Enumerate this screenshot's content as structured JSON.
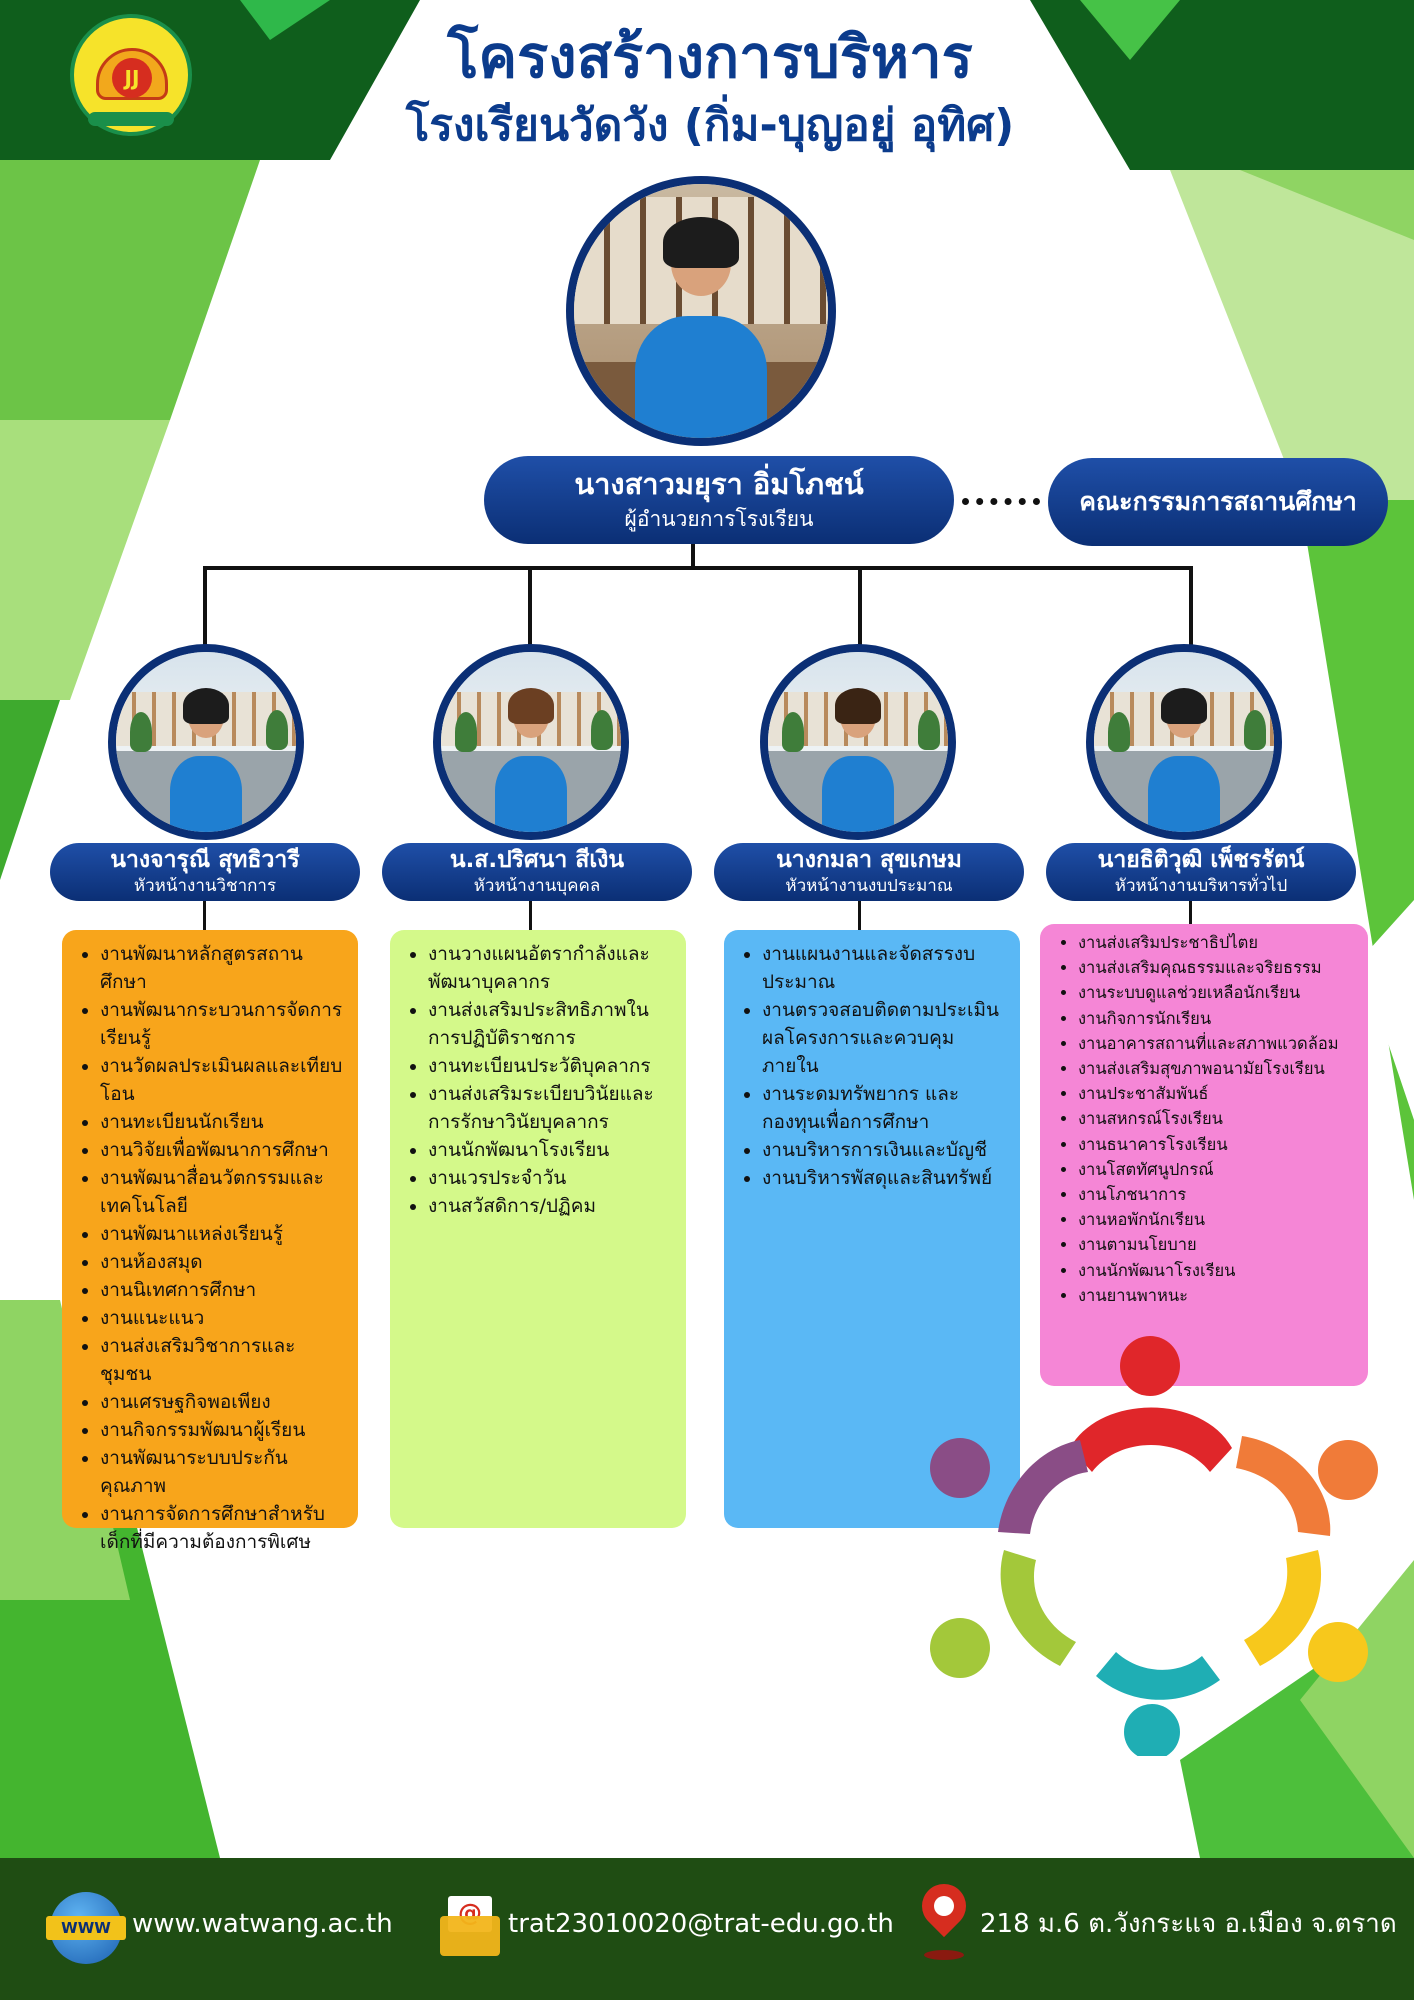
{
  "header": {
    "title_line1": "โครงสร้างการบริหาร",
    "title_line2": "โรงเรียนวัดวัง (กิ่ม-บุญอยู่ อุทิศ)",
    "logo_text": "JJ"
  },
  "director": {
    "name": "นางสาวมยุรา อิ่มโภชน์",
    "role": "ผู้อำนวยการโรงเรียน"
  },
  "board": {
    "label": "คณะกรรมการสถานศึกษา"
  },
  "departments": [
    {
      "name": "นางจารุณี สุทธิวารี",
      "role": "หัวหน้างานวิชาการ",
      "color": "#f8a51b",
      "tasks": [
        "งานพัฒนาหลักสูตรสถานศึกษา",
        "งานพัฒนากระบวนการจัดการเรียนรู้",
        "งานวัดผลประเมินผลและเทียบโอน",
        "งานทะเบียนนักเรียน",
        "งานวิจัยเพื่อพัฒนาการศึกษา",
        "งานพัฒนาสื่อนวัตกรรมและเทคโนโลยี",
        "งานพัฒนาแหล่งเรียนรู้",
        "งานห้องสมุด",
        "งานนิเทศการศึกษา",
        "งานแนะแนว",
        "งานส่งเสริมวิชาการและชุมชน",
        "งานเศรษฐกิจพอเพียง",
        "งานกิจกรรมพัฒนาผู้เรียน",
        "งานพัฒนาระบบประกันคุณภาพ",
        "งานการจัดการศึกษาสำหรับเด็กที่มีความต้องการพิเศษ"
      ]
    },
    {
      "name": "น.ส.ปริศนา สีเงิน",
      "role": "หัวหน้างานบุคคล",
      "color": "#d4f98a",
      "tasks": [
        "งานวางแผนอัตรากำลังและพัฒนาบุคลากร",
        "งานส่งเสริมประสิทธิภาพในการปฏิบัติราชการ",
        "งานทะเบียนประวัติบุคลากร",
        "งานส่งเสริมระเบียบวินัยและการรักษาวินัยบุคลากร",
        "งานนักพัฒนาโรงเรียน",
        "งานเวรประจำวัน",
        "งานสวัสดิการ/ปฏิคม"
      ]
    },
    {
      "name": "นางกมลา สุขเกษม",
      "role": "หัวหน้างานงบประมาณ",
      "color": "#5ab8f5",
      "tasks": [
        "งานแผนงานและจัดสรรงบประมาณ",
        "งานตรวจสอบติดตามประเมินผลโครงการและควบคุมภายใน",
        "งานระดมทรัพยากร และกองทุนเพื่อการศึกษา",
        "งานบริหารการเงินและบัญชี",
        "งานบริหารพัสดุและสินทรัพย์"
      ]
    },
    {
      "name": "นายธิติวุฒิ เพ็ชรรัตน์",
      "role": "หัวหน้างานบริหารทั่วไป",
      "color": "#f586d6",
      "tasks": [
        "งานส่งเสริมประชาธิปไตย",
        "งานส่งเสริมคุณธรรมและจริยธรรม",
        "งานระบบดูแลช่วยเหลือนักเรียน",
        "งานกิจการนักเรียน",
        "งานอาคารสถานที่และสภาพแวดล้อม",
        "งานส่งเสริมสุขภาพอนามัยโรงเรียน",
        "งานประชาสัมพันธ์",
        "งานสหกรณ์โรงเรียน",
        "งานธนาคารโรงเรียน",
        "งานโสตทัศนูปกรณ์",
        "งานโภชนาการ",
        "งานหอพักนักเรียน",
        "งานตามนโยบาย",
        "งานนักพัฒนาโรงเรียน",
        "งานยานพาหนะ"
      ]
    }
  ],
  "footer": {
    "website": "www.watwang.ac.th",
    "email": "trat23010020@trat-edu.go.th",
    "address": "218 ม.6 ต.วังกระแจ อ.เมือง  จ.ตราด",
    "globe_label": "WWW",
    "mail_symbol": "@"
  },
  "icons": {
    "website": "globe-icon",
    "email": "mail-icon",
    "address": "map-pin-icon"
  }
}
